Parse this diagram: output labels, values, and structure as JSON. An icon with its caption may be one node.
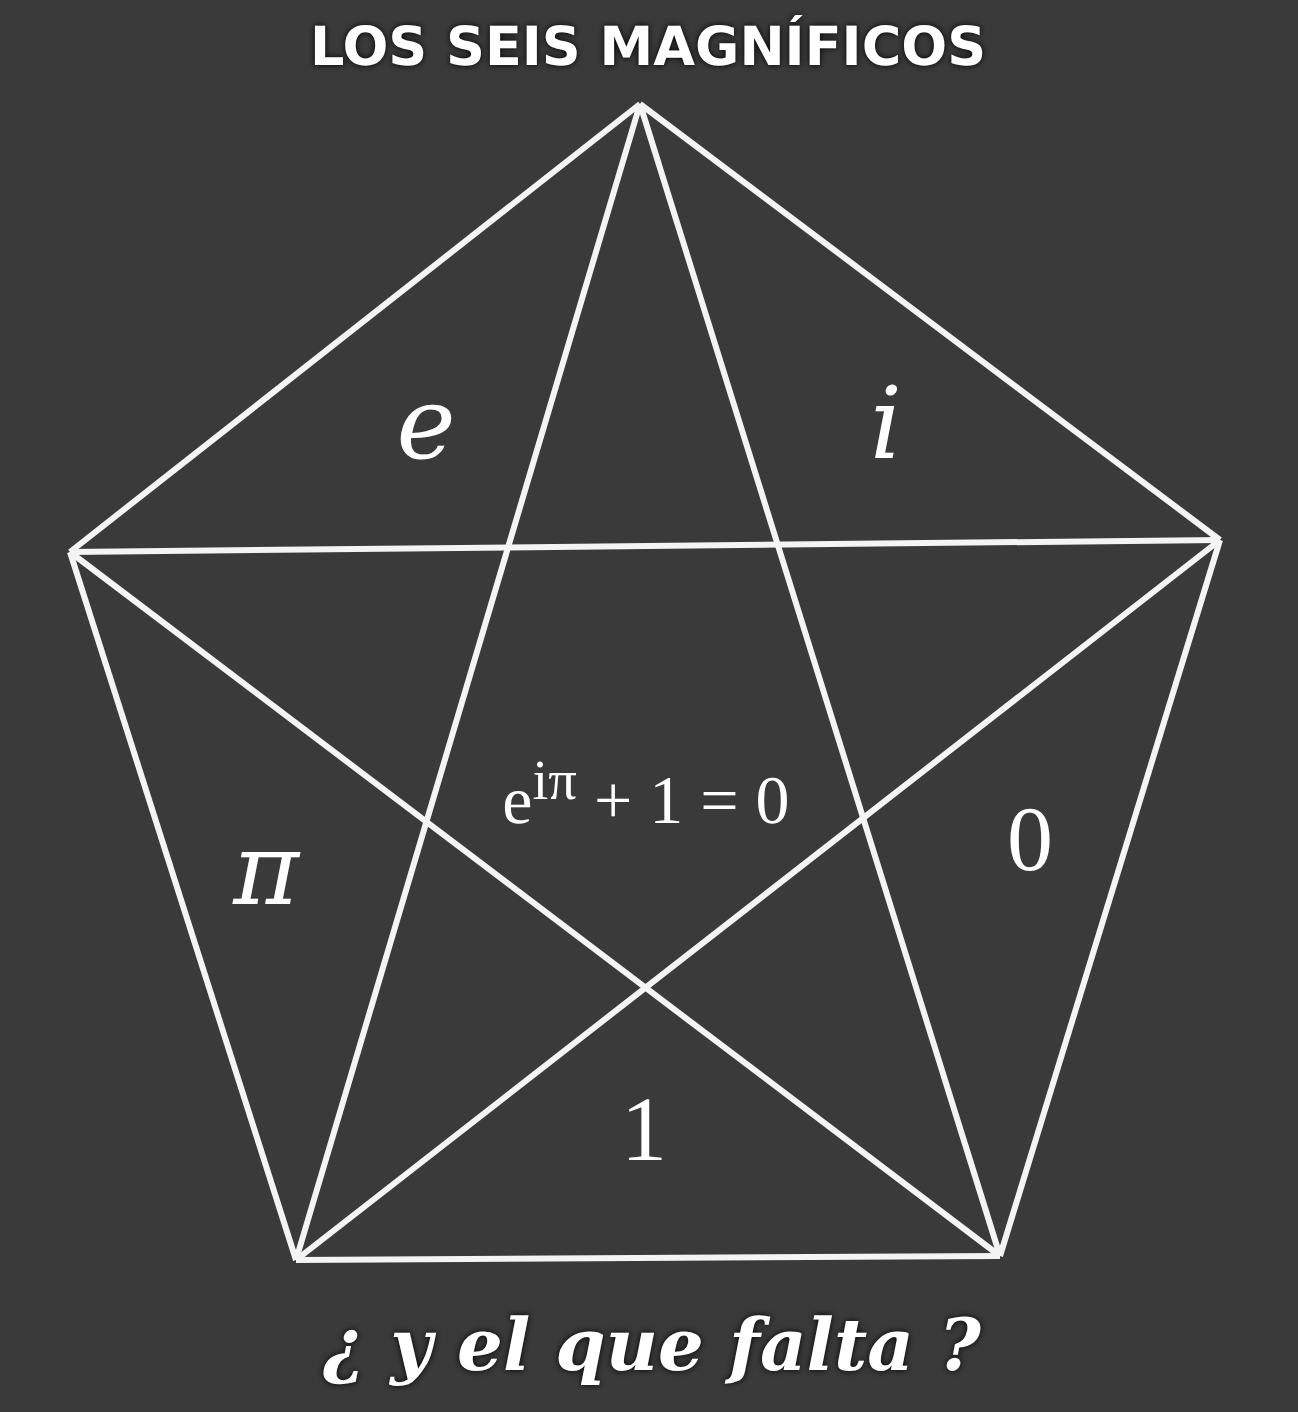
{
  "diagram": {
    "title": "LOS SEIS MAGNÍFICOS",
    "caption": "¿ y el que falta ?",
    "labels": [
      "e",
      "i",
      "π",
      "e$^{iπ}$ + 1 = 0",
      "0",
      "1"
    ]
  }
}
